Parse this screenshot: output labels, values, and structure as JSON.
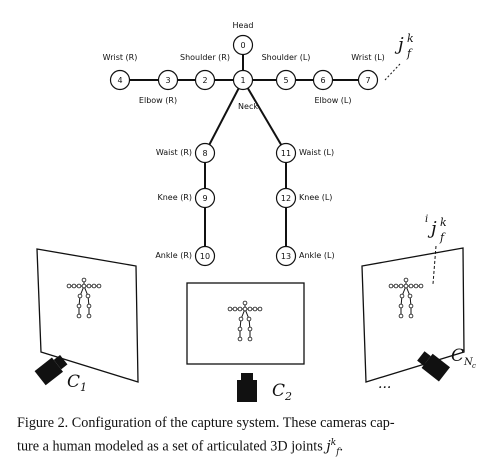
{
  "joints": [
    {
      "id": "0",
      "label": "Head"
    },
    {
      "id": "1",
      "label": "Neck"
    },
    {
      "id": "2",
      "label": "Shoulder (R)"
    },
    {
      "id": "3",
      "label": "Elbow (R)"
    },
    {
      "id": "4",
      "label": "Wrist (R)"
    },
    {
      "id": "5",
      "label": "Shoulder (L)"
    },
    {
      "id": "6",
      "label": "Elbow (L)"
    },
    {
      "id": "7",
      "label": "Wrist (L)"
    },
    {
      "id": "8",
      "label": "Waist (R)"
    },
    {
      "id": "9",
      "label": "Knee (R)"
    },
    {
      "id": "10",
      "label": "Ankle (R)"
    },
    {
      "id": "11",
      "label": "Waist (L)"
    },
    {
      "id": "12",
      "label": "Knee (L)"
    },
    {
      "id": "13",
      "label": "Ankle (L)"
    }
  ],
  "annotations": {
    "joint_symbol": {
      "base": "j",
      "sup": "k",
      "sub": "f"
    },
    "projected_joint_symbol": {
      "pre": "i",
      "base": "j",
      "sup": "k",
      "sub": "f"
    },
    "cameras": [
      {
        "base": "C",
        "sub": "1"
      },
      {
        "base": "C",
        "sub": "2"
      },
      {
        "base": "C",
        "sub": "N",
        "subsub": "c"
      }
    ],
    "ellipsis": "..."
  },
  "caption": {
    "line1": "Figure 2. Configuration of the capture system. These cameras cap-",
    "line2_prefix": "ture a human modeled as a set of articulated 3D joints ",
    "symbol_base": "j",
    "symbol_sup": "k",
    "symbol_sub": "f",
    "line2_suffix": "."
  }
}
